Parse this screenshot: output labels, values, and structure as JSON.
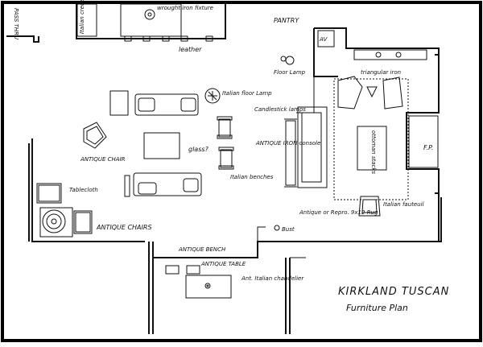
{
  "plan": {
    "title": "KIRKLAND TUSCAN",
    "subtitle": "Furniture Plan"
  },
  "labels": {
    "pass_thru": "PASS THRU",
    "italian_credenza": "Italian credenza",
    "wrought_iron_fixture": "wrought iron fixture",
    "leather": "leather",
    "pantry": "PANTRY",
    "av": "AV",
    "floor_lamp_right": "Floor Lamp",
    "triangular_iron": "triangular iron",
    "italian_floor_lamp": "Italian floor Lamp",
    "candlestick_lamps": "Candlestick lamps",
    "antique_iron_console": "ANTIQUE IRON console",
    "ottoman": "ottoman stacks",
    "fp": "F.P.",
    "glass": "glass?",
    "antique_chair": "ANTIQUE CHAIR",
    "italian_benches": "Italian benches",
    "tablecloth": "Tablecloth",
    "antique_chairs": "ANTIQUE CHAIRS",
    "rug": "Antique or Repro. 9x12 Rug",
    "italian_fauteuil": "Italian fauteuil",
    "bust": "Bust",
    "antique_bench": "ANTIQUE BENCH",
    "antique_table": "ANTIQUE TABLE",
    "chandelier": "Ant. Italian chandelier"
  }
}
